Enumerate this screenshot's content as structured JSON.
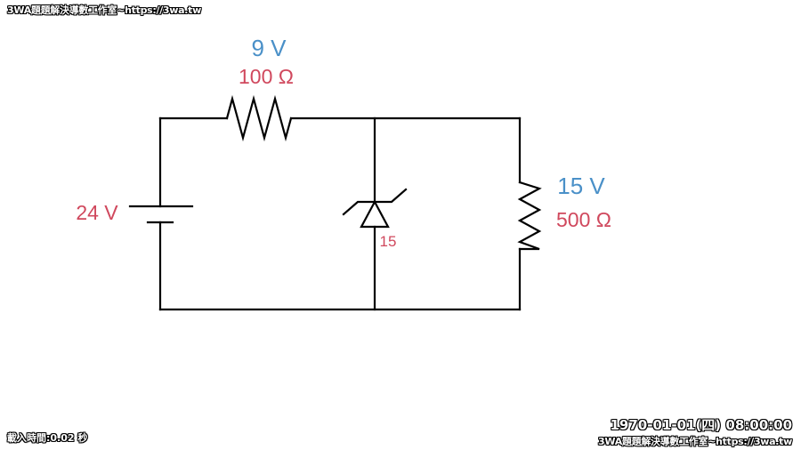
{
  "overlay": {
    "watermark_top": "3WA題題解決導數工作室~https://3wa.tw",
    "load_time": "載入時間:0.02 秒",
    "timestamp": "1970-01-01(四) 08:00:00",
    "watermark_bottom": "3WA題題解決導數工作室~https://3wa.tw"
  },
  "circuit": {
    "source_voltage": "24 V",
    "series_resistor_voltage": "9 V",
    "series_resistor_value": "100 Ω",
    "zener_label": "15",
    "load_voltage": "15 V",
    "load_resistor_value": "500 Ω"
  },
  "colors": {
    "voltage_drop": "#4a90c8",
    "component_value": "#d0485d",
    "wire": "#000000"
  }
}
